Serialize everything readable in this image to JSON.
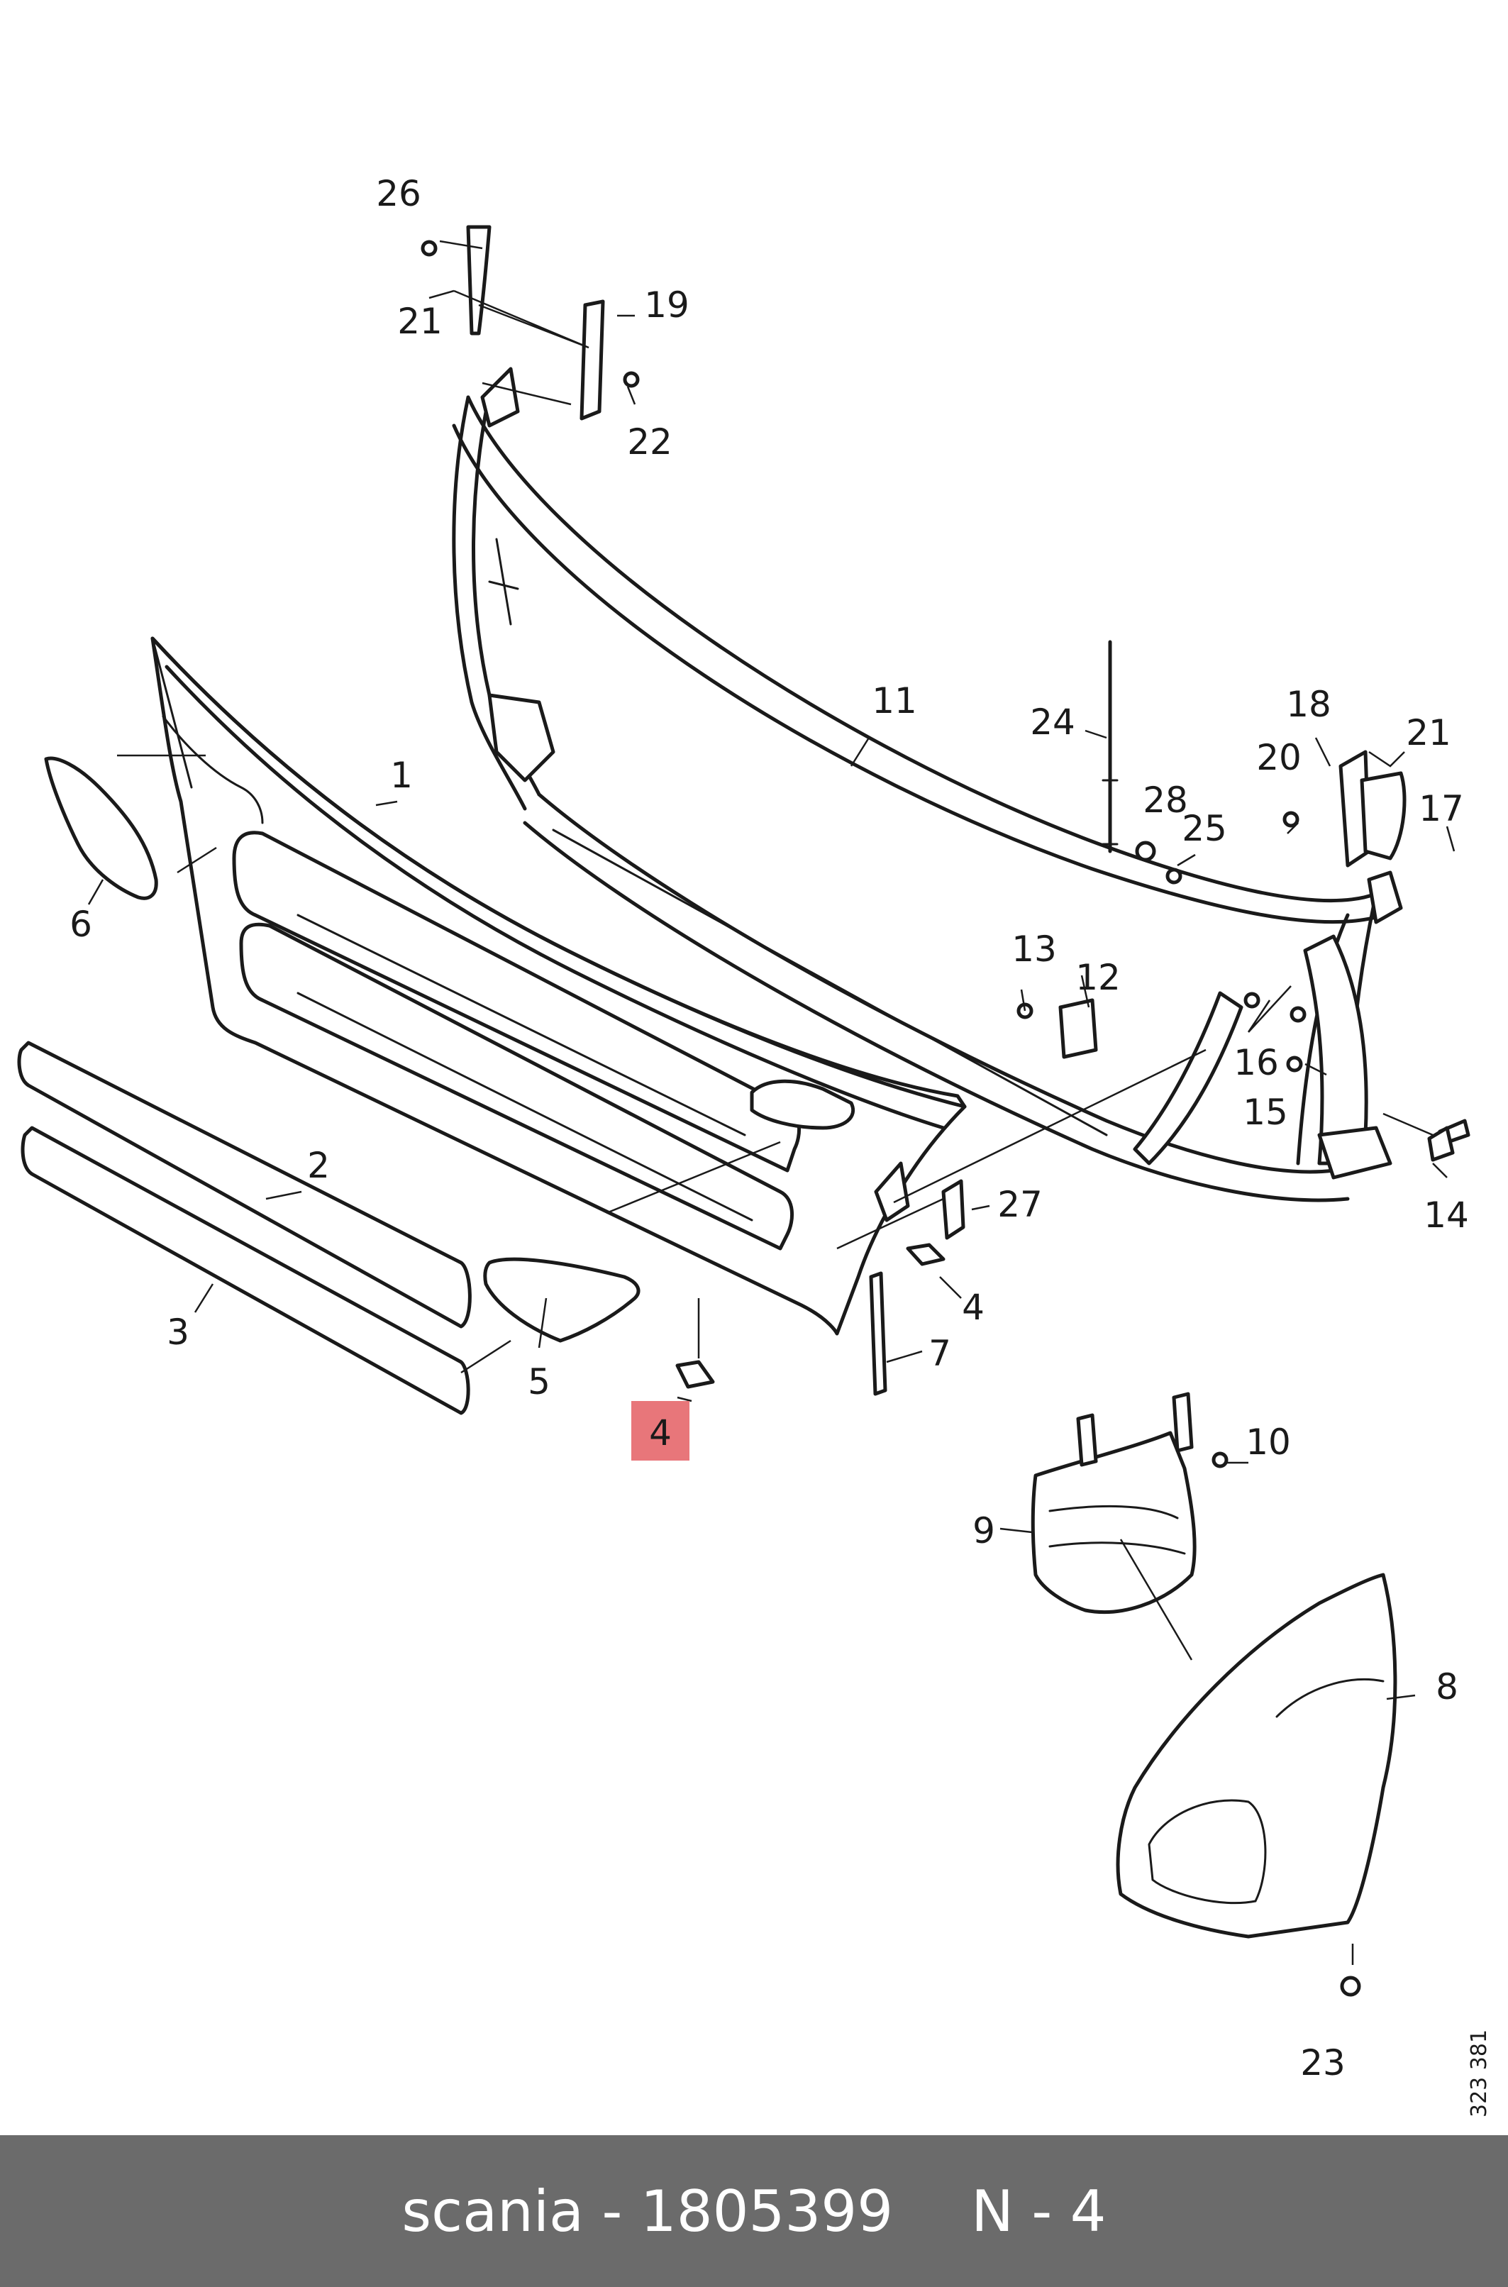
{
  "diagram": {
    "callouts": {
      "c1": "1",
      "c2": "2",
      "c3": "3",
      "c4a": "4",
      "c4b": "4",
      "c5": "5",
      "c6": "6",
      "c7": "7",
      "c8": "8",
      "c9": "9",
      "c10": "10",
      "c11": "11",
      "c12": "12",
      "c13": "13",
      "c14": "14",
      "c15": "15",
      "c16": "16",
      "c17": "17",
      "c18": "18",
      "c19": "19",
      "c20": "20",
      "c21a": "21",
      "c21b": "21",
      "c22": "22",
      "c23": "23",
      "c24": "24",
      "c25": "25",
      "c26": "26",
      "c27": "27",
      "c28": "28"
    },
    "highlight": {
      "label": "4",
      "color": "#e8767a"
    },
    "drawing_number": "323 381"
  },
  "footer": {
    "brand": "scania",
    "separator": "-",
    "part_number": "1805399",
    "position": "N - 4",
    "background": "#6b6b6b",
    "text_color": "#ffffff"
  }
}
